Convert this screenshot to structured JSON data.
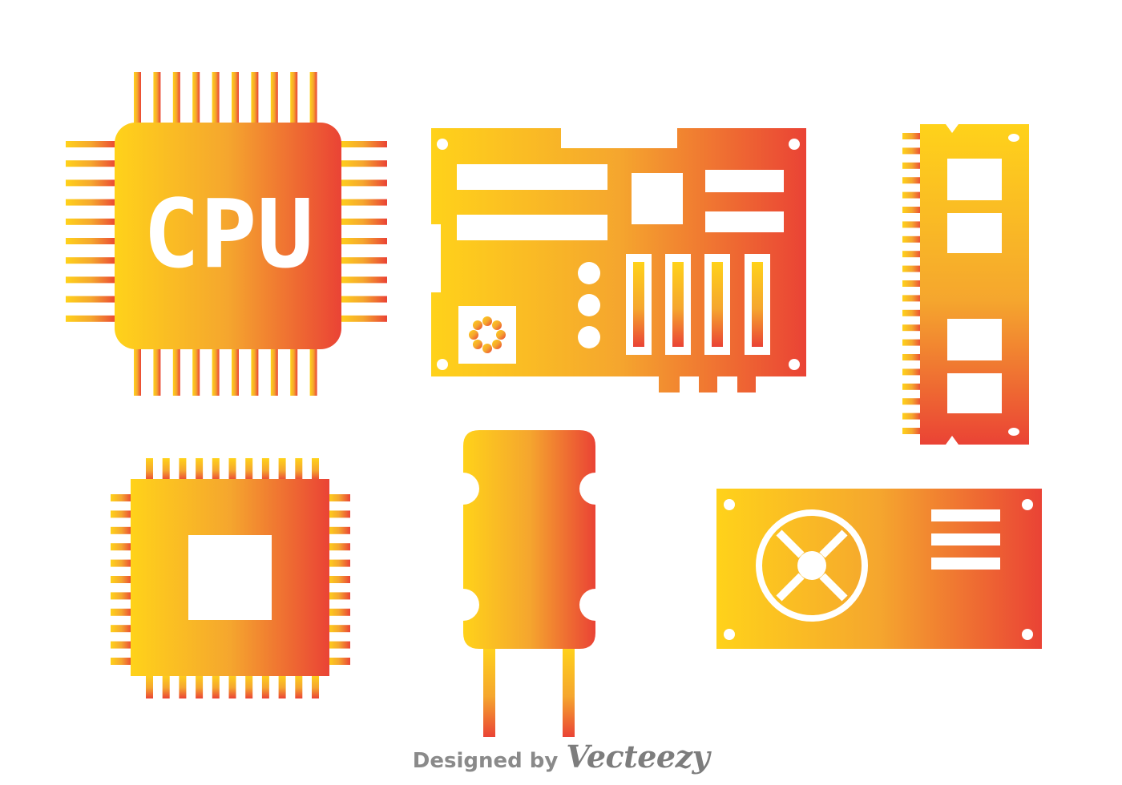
{
  "gradient": {
    "start": "#FFD21A",
    "middle": "#F5A62E",
    "end": "#EA4335"
  },
  "background": "#FFFFFF",
  "icons": [
    {
      "name": "cpu-chip-icon",
      "label": "CPU"
    },
    {
      "name": "motherboard-icon"
    },
    {
      "name": "ram-module-icon"
    },
    {
      "name": "microchip-icon"
    },
    {
      "name": "capacitor-icon"
    },
    {
      "name": "graphics-card-icon"
    }
  ],
  "credit": {
    "prefix": "Designed by",
    "brand": "Vecteezy"
  }
}
